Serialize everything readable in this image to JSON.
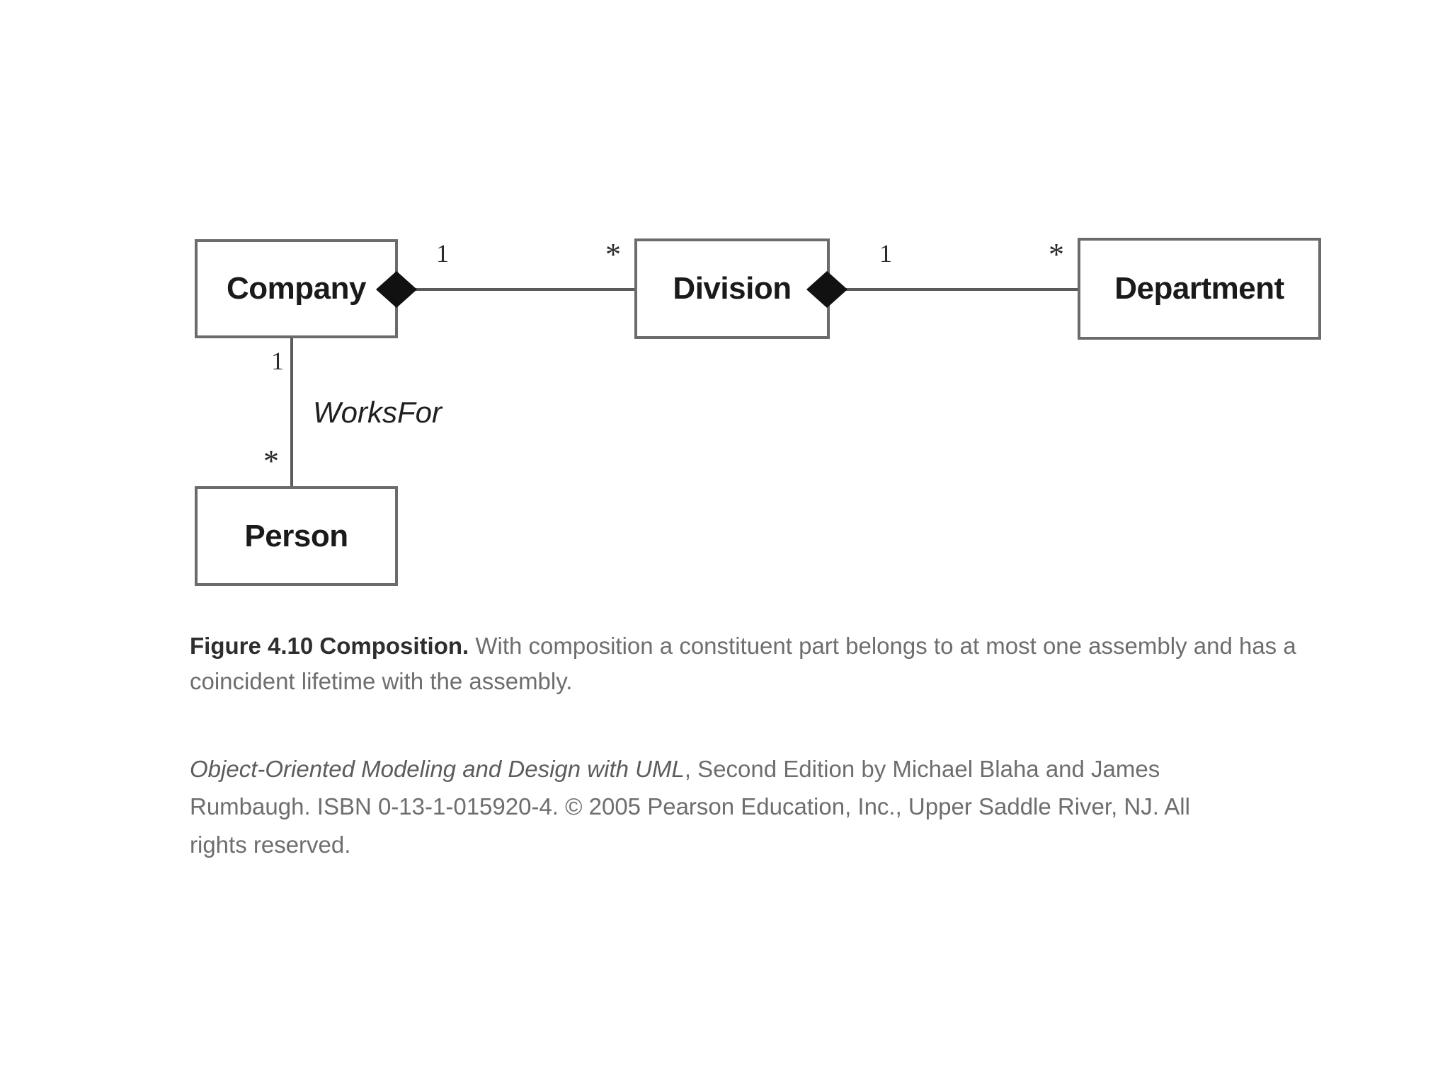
{
  "figure": {
    "classes": [
      {
        "id": "company",
        "name": "Company"
      },
      {
        "id": "division",
        "name": "Division"
      },
      {
        "id": "department",
        "name": "Department"
      },
      {
        "id": "person",
        "name": "Person"
      }
    ],
    "associations": [
      {
        "id": "company-division",
        "kind": "composition",
        "whole": "Company",
        "part": "Division",
        "whole_multiplicity": "1",
        "part_multiplicity": "*",
        "name": ""
      },
      {
        "id": "division-department",
        "kind": "composition",
        "whole": "Division",
        "part": "Department",
        "whole_multiplicity": "1",
        "part_multiplicity": "*",
        "name": ""
      },
      {
        "id": "company-person",
        "kind": "association",
        "whole": "Company",
        "part": "Person",
        "whole_multiplicity": "1",
        "part_multiplicity": "*",
        "name": "WorksFor"
      }
    ],
    "multiplicity_one": "1",
    "multiplicity_many": "*",
    "association_label": "WorksFor",
    "colors": {
      "line": "#5a5a5a",
      "box_border": "#6b6b6b",
      "box_fill": "#ffffff",
      "diamond_fill": "#111111",
      "label_text": "#1a1a1a",
      "caption_text": "#6e6e6e",
      "caption_lead_text": "#2e2e2e",
      "background": "#ffffff"
    }
  },
  "caption": {
    "lead": "Figure 4.10  Composition.",
    "body": " With composition a constituent part belongs to at most one assembly and has a coincident lifetime with the assembly."
  },
  "attribution": {
    "book_title": "Object-Oriented Modeling and Design with UML",
    "rest": ", Second Edition by Michael Blaha and James Rumbaugh. ISBN 0-13-1-015920-4. © 2005 Pearson Education, Inc., Upper Saddle River, NJ. All rights reserved."
  }
}
